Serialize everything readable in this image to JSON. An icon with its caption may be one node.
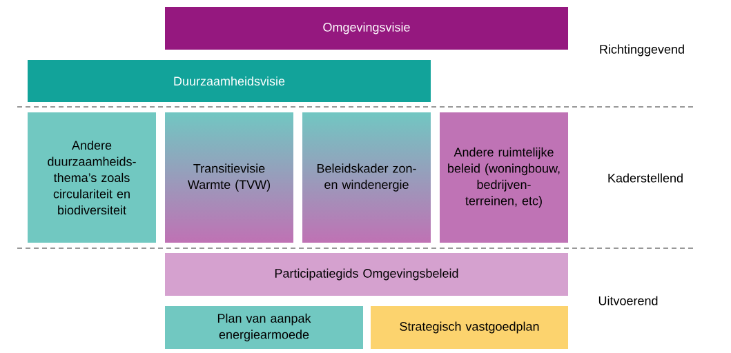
{
  "diagram": {
    "nodes": [
      {
        "text": [
          "Omgevingsvisie"
        ]
      },
      {
        "text": [
          "Duurzaamheidsvisie"
        ]
      },
      {
        "text": [
          "Andere duurzaamheids-thema’s zoals circulariteit en biodiversiteit"
        ]
      },
      {
        "text": [
          "Transitievisie Warmte (TVW)"
        ]
      },
      {
        "text": [
          "Beleidskader zon- en windenergie"
        ]
      },
      {
        "text": [
          "Andere ruimtelijke beleid (woningbouw, bedrijven-terreinen, etc)"
        ]
      },
      {
        "text": [
          "Participatiegids Omgevingsbeleid"
        ]
      },
      {
        "text": [
          "Plan van aanpak energiearmoede"
        ]
      },
      {
        "text": [
          "Strategisch vastgoedplan"
        ]
      }
    ],
    "labels": [
      "Richtinggevend",
      "Kaderstellend",
      "Uitvoerend"
    ]
  }
}
